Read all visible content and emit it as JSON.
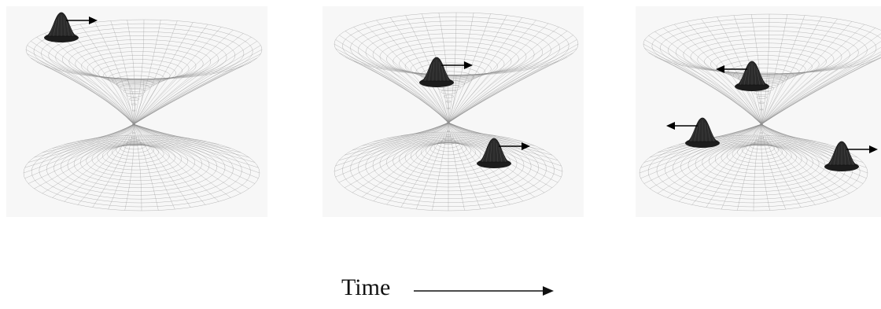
{
  "figure": {
    "time_label": "Time",
    "panels": [
      {
        "id": "panel-1",
        "packets": [
          {
            "sheet": "upper",
            "direction": "right"
          }
        ]
      },
      {
        "id": "panel-2",
        "packets": [
          {
            "sheet": "upper",
            "direction": "right"
          },
          {
            "sheet": "lower",
            "direction": "right"
          }
        ]
      },
      {
        "id": "panel-3",
        "packets": [
          {
            "sheet": "upper",
            "direction": "left"
          },
          {
            "sheet": "lower",
            "direction": "left"
          },
          {
            "sheet": "lower",
            "direction": "right"
          }
        ]
      }
    ]
  },
  "colors": {
    "mesh": "#8a8a8a",
    "packet": "#2a2a2a",
    "arrow": "#000000",
    "panel_bg": "#f7f7f7"
  }
}
